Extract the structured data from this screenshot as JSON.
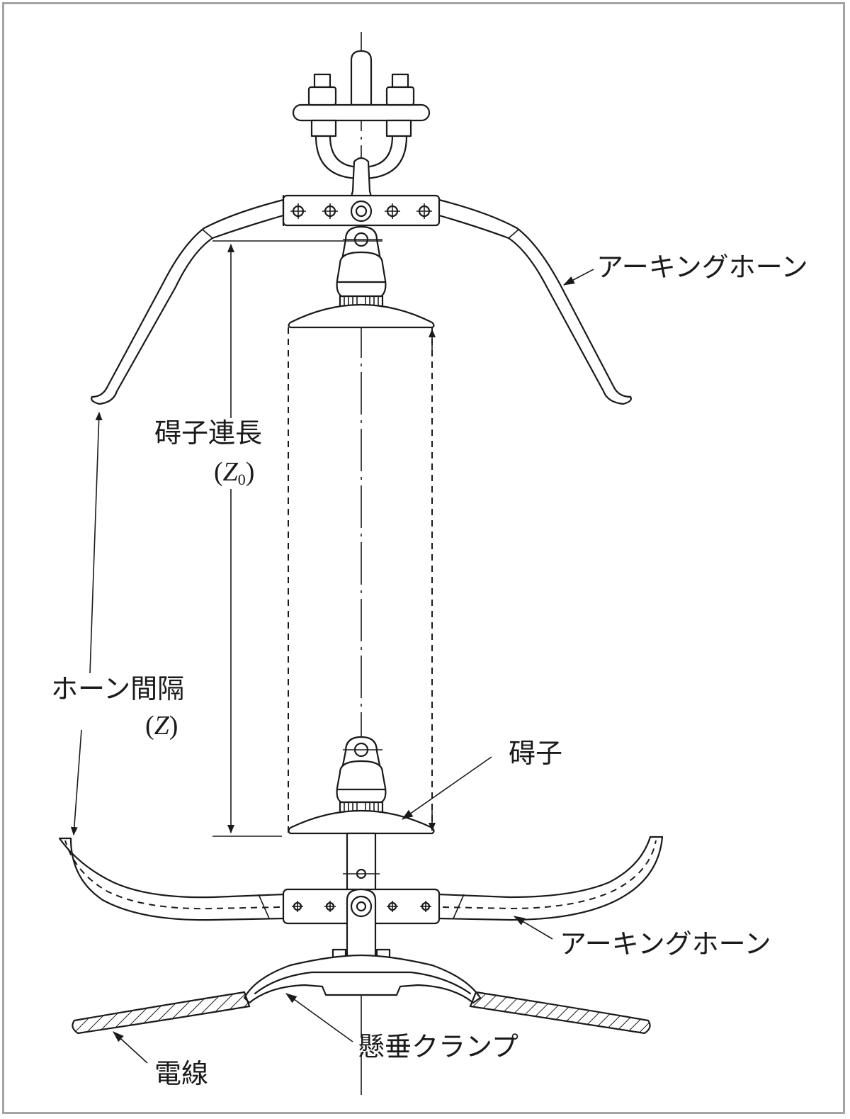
{
  "labels": {
    "arcing_horn_top": "アーキングホーン",
    "insulator_string_length": "碍子連長",
    "insulator_string_symbol": "Z",
    "insulator_string_subscript": "0",
    "horn_gap": "ホーン間隔",
    "horn_gap_symbol": "Z",
    "insulator": "碍子",
    "arcing_horn_bottom": "アーキングホーン",
    "suspension_clamp": "懸垂クランプ",
    "conductor": "電線"
  },
  "colors": {
    "frame_border": "#a4a4a4",
    "line": "#1a1a1a",
    "background": "#ffffff"
  }
}
